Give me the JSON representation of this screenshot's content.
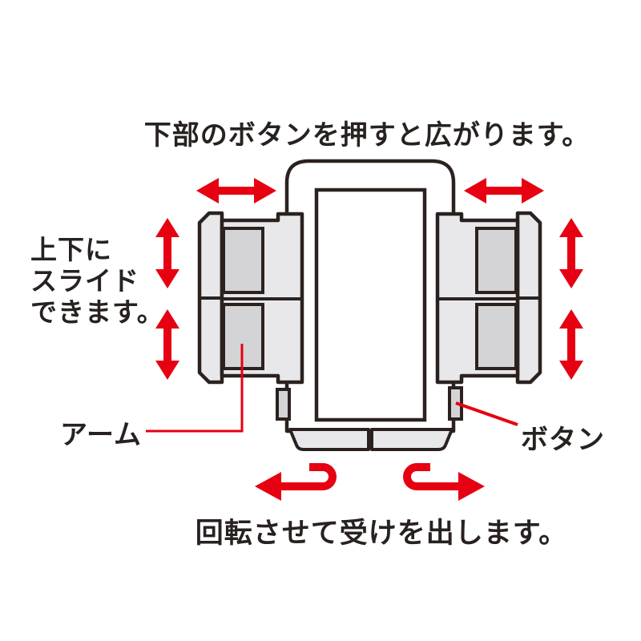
{
  "captions": {
    "top": "下部のボタンを押すと広がります。",
    "slide_line1": "上下に",
    "slide_line2": "スライド",
    "slide_line3": "できます。",
    "bottom": "回転させて受けを出します。"
  },
  "labels": {
    "arm": "アーム",
    "button": "ボタン"
  },
  "icons": {
    "horizontal_arrows": "expand-width-double-arrow",
    "vertical_arrows": "slide-up-down-double-arrow",
    "bottom_arrows": "rotate-out-u-turn-arrow"
  },
  "colors": {
    "red": "#e60012",
    "outline": "#2b221f",
    "plate": "#e8e8ea",
    "pad": "#d4d4d6",
    "ink": "#272220",
    "paper": "#ffffff"
  }
}
